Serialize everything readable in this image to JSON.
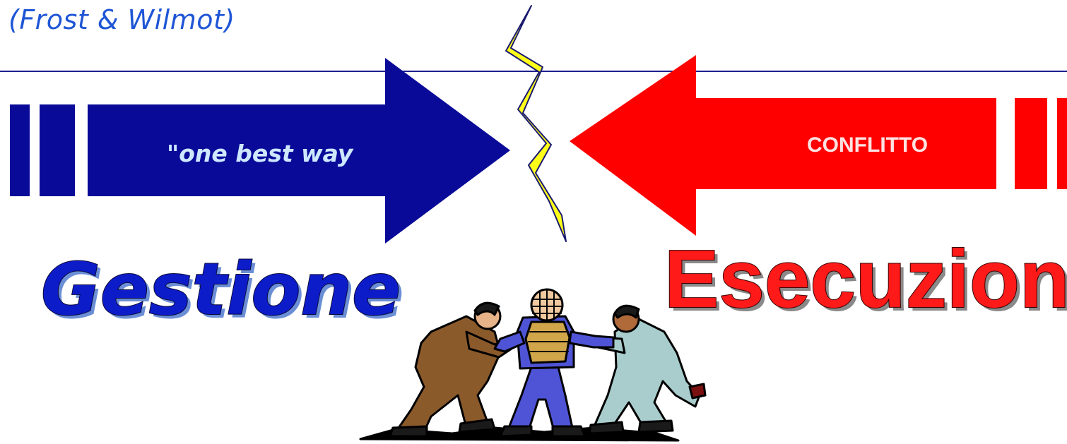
{
  "citation": "(Frost & Wilmot)",
  "left_arrow": {
    "label": "\"one best way",
    "color": "#0a0a99"
  },
  "right_arrow": {
    "label": "CONFLITTO",
    "color": "#ff0000"
  },
  "left_title": "Gestione",
  "right_title": "Esecuzione",
  "lightning_color": "#ffff1a",
  "illustration": "referee-separating-fighters-clipart"
}
